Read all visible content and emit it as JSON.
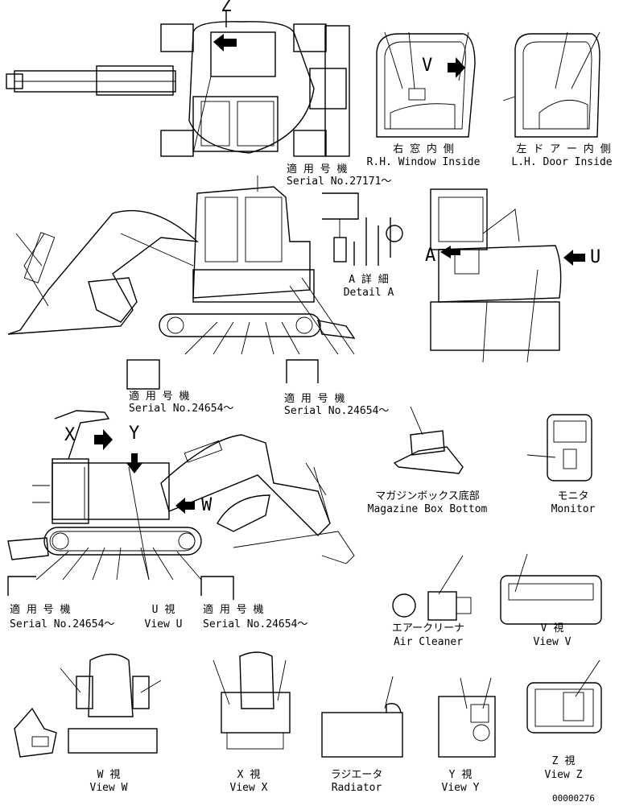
{
  "view_markers": {
    "z": "Z",
    "v": "V",
    "u": "U",
    "a": "A",
    "x": "X",
    "y": "Y",
    "w": "W"
  },
  "views": {
    "rh_window": {
      "jp": "右 窓 内 側",
      "en": "R.H. Window Inside"
    },
    "lh_door": {
      "jp": "左 ド ア ー 内 側",
      "en": "L.H. Door Inside"
    },
    "detail_a": {
      "jp": "A 詳 細",
      "en": "Detail A"
    },
    "magazine": {
      "jp": "マガジンボックス底部",
      "en": "Magazine Box Bottom"
    },
    "monitor": {
      "jp": "モニタ",
      "en": "Monitor"
    },
    "view_u": {
      "jp": "U 視",
      "en": "View U"
    },
    "air_cleaner": {
      "jp": "エアークリーナ",
      "en": "Air Cleaner"
    },
    "view_v": {
      "jp": "V 視",
      "en": "View V"
    },
    "view_w": {
      "jp": "W 視",
      "en": "View W"
    },
    "view_x": {
      "jp": "X 視",
      "en": "View X"
    },
    "radiator": {
      "jp": "ラジエータ",
      "en": "Radiator"
    },
    "view_y": {
      "jp": "Y 視",
      "en": "View Y"
    },
    "view_z": {
      "jp": "Z 視",
      "en": "View Z"
    }
  },
  "serials": {
    "s1": {
      "jp": "適 用 号 機",
      "en": "Serial No.27171～"
    },
    "s2": {
      "jp": "適 用 号 機",
      "en": "Serial No.24654～"
    },
    "s3": {
      "jp": "適 用 号 機",
      "en": "Serial No.24654～"
    },
    "s4": {
      "jp": "適 用 号 機",
      "en": "Serial No.24654～"
    },
    "s5": {
      "jp": "適 用 号 機",
      "en": "Serial No.24654～"
    }
  },
  "drawing_number": "00000276"
}
